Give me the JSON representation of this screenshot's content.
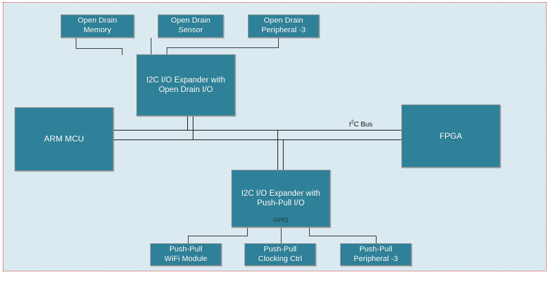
{
  "diagram": {
    "background_color": "#dbeaf1",
    "border_color": "#d63b3b",
    "block_fill": "#2e8198",
    "block_border": "#9a9a9a",
    "line_color": "#1a1a1a",
    "blocks": {
      "open_drain_memory": "Open Drain\nMemory",
      "open_drain_sensor": "Open Drain\nSensor",
      "open_drain_peripheral": "Open Drain\nPeripheral -3",
      "expander_open_drain": "I2C I/O Expander with\nOpen Drain I/O",
      "arm_mcu": "ARM MCU",
      "fpga": "FPGA",
      "expander_push_pull": "I2C I/O Expander with\nPush-Pull I/O",
      "push_pull_wifi": "Push-Pull\nWiFi Module",
      "push_pull_clocking": "Push-Pull\nClocking Ctrl",
      "push_pull_peripheral": "Push-Pull\nPeripheral -3"
    },
    "labels": {
      "gpio": "GPIO",
      "bus_prefix": "I",
      "bus_superscript": "2",
      "bus_suffix": "C Bus"
    }
  }
}
